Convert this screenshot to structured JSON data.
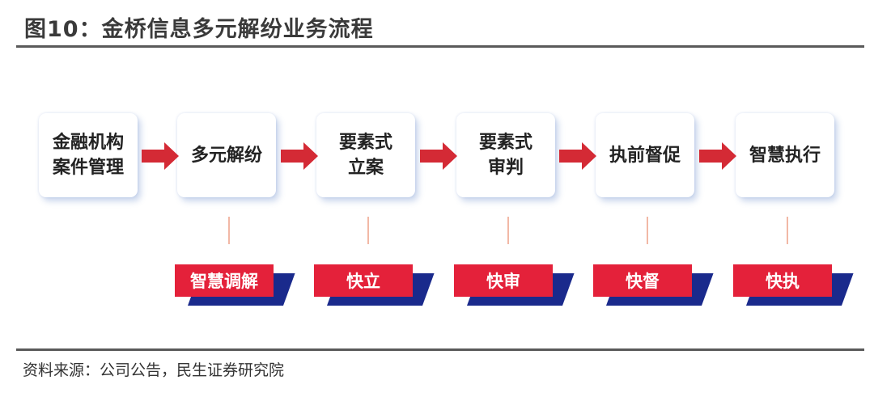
{
  "title": "图10：金桥信息多元解纷业务流程",
  "source": "资料来源：公司公告，民生证券研究院",
  "colors": {
    "arrow": "#d42a35",
    "tag": "#e4213a",
    "tag_shadow": "#1a2a8c",
    "connector": "#f2b8a6"
  },
  "steps": [
    {
      "label": "金融机构\n案件管理"
    },
    {
      "label": "多元解纷"
    },
    {
      "label": "要素式\n立案"
    },
    {
      "label": "要素式\n审判"
    },
    {
      "label": "执前督促"
    },
    {
      "label": "智慧执行"
    }
  ],
  "tags": [
    {
      "label": "智慧调解"
    },
    {
      "label": "快立"
    },
    {
      "label": "快审"
    },
    {
      "label": "快督"
    },
    {
      "label": "快执"
    }
  ]
}
